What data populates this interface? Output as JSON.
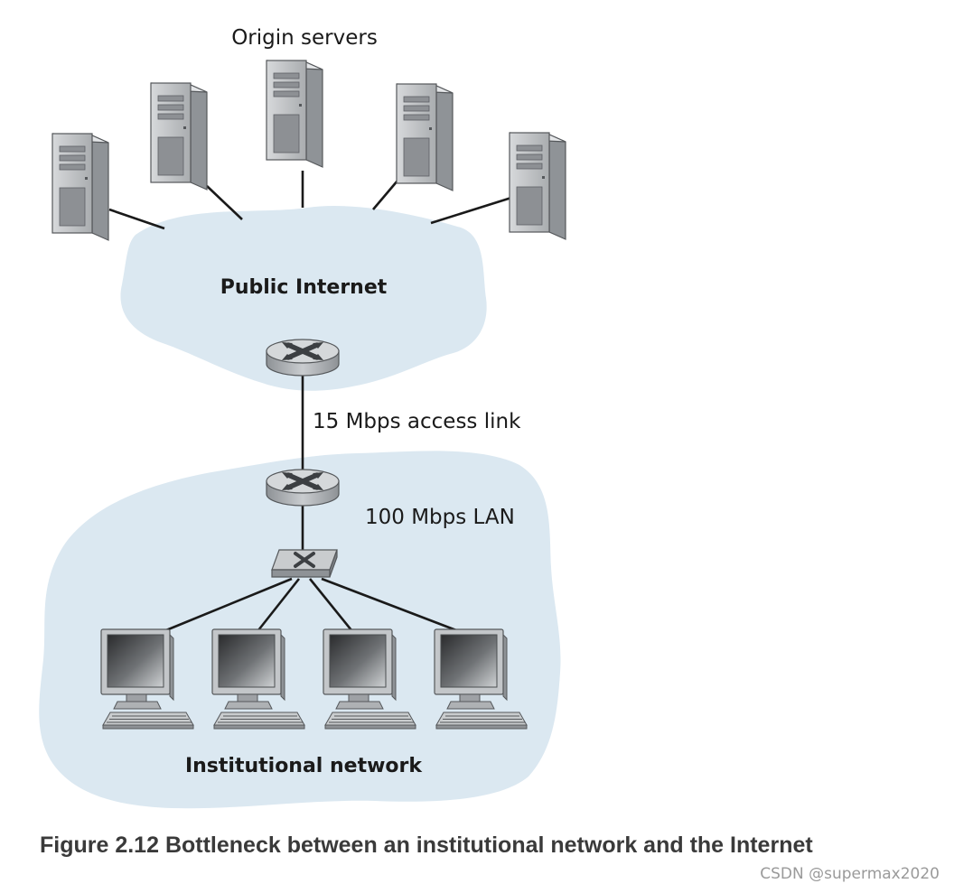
{
  "labels": {
    "origin_servers": "Origin servers",
    "public_internet": "Public Internet",
    "access_link": "15 Mbps access link",
    "lan": "100 Mbps LAN",
    "institutional_network": "Institutional network"
  },
  "caption": "Figure 2.12 Bottleneck between an institutional network and the Internet",
  "watermark": "CSDN @supermax2020",
  "icons": {
    "server": "server-tower-icon",
    "router": "router-icon",
    "switch": "switch-icon",
    "workstation": "desktop-computer-icon"
  },
  "colors": {
    "cloud_fill": "#dbe8f1",
    "link": "#1a1a1a",
    "device_body": "#b9bcbf",
    "screen": "#3d3f42"
  }
}
